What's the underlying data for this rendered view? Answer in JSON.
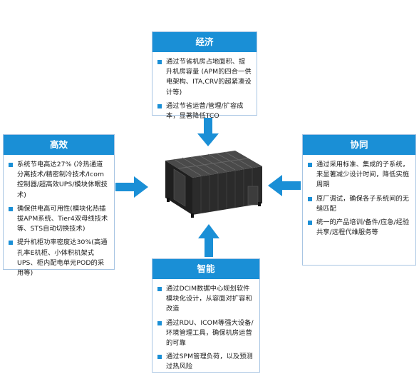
{
  "top": {
    "title": "经济",
    "items": [
      "通过节省机房占地面积、提升机房容量 (APM的四合一供电架构、ITA,CRV的超紧凑设计等)",
      "通过节省运营/管理/扩容成本，显著降低TCO"
    ]
  },
  "left": {
    "title": "高效",
    "items": [
      "系统节电高达27% (冷热通道分离技术/精密制冷技术/Icom控制器/超高效UPS/模块休眠技术)",
      "确保供电高可用性(模块化热插拔APM系统、Tier4双母线技术等、STS自动切换技术)",
      "提升机柜功率密度达30%(高通孔率E机柜、小体积机架式UPS、柜内配电单元POD的采用等)"
    ]
  },
  "right": {
    "title": "协同",
    "items": [
      "通过采用标准、集成的子系统，来显著减少设计时间，降低实施周期",
      "原厂调试，确保各子系统间的无缝匹配",
      "统一的产品培训/备件/应急/经验共享/远程代维服务等"
    ]
  },
  "bottom": {
    "title": "智能",
    "items": [
      "通过DCIM数据中心规划软件模块化设计，从容面对扩容和改造",
      "通过RDU、ICOM等强大设备/环境管理工具，确保机房运营的可靠",
      "通过SPM管理负荷，以及预测过热风险"
    ]
  },
  "colors": {
    "accent": "#1a8fd6",
    "card_border": "#a8c5e3",
    "cabinet": "#2b2b2b"
  }
}
